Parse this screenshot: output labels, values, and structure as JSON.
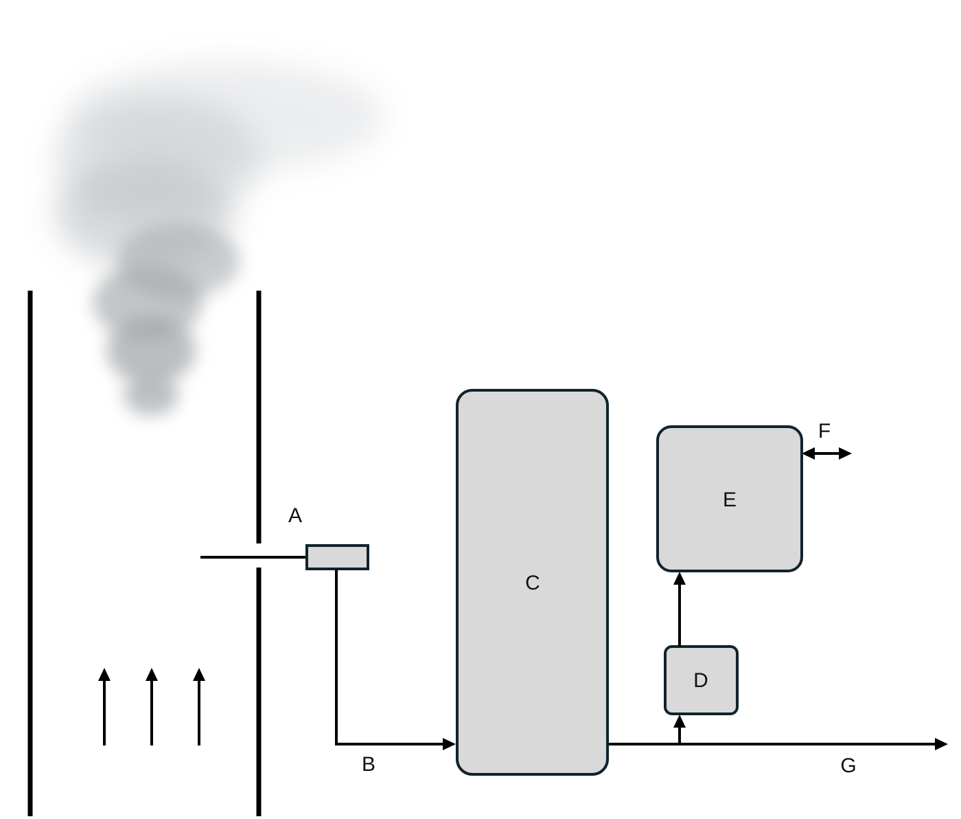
{
  "labels": {
    "a": "A",
    "b": "B",
    "c": "C",
    "d": "D",
    "e": "E",
    "f": "F",
    "g": "G"
  },
  "colors": {
    "box_fill": "#d9d9d9",
    "box_stroke": "#10232d",
    "line": "#000000",
    "smoke": "#9aa0a6"
  }
}
